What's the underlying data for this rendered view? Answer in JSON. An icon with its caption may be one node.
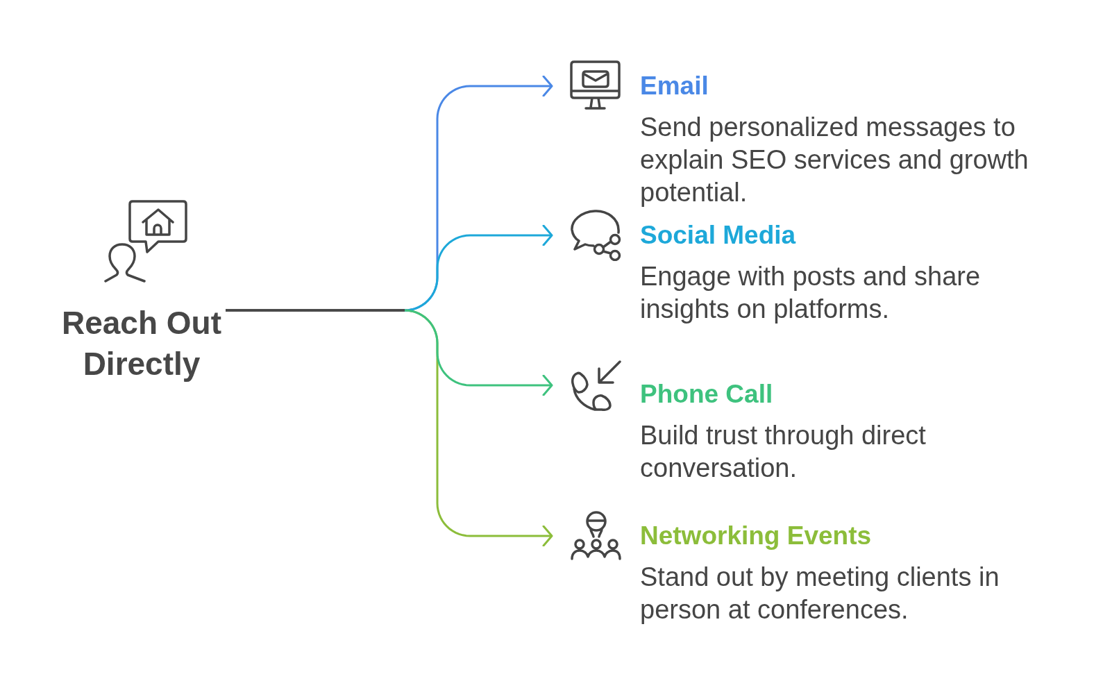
{
  "diagram": {
    "nodes": [
      {
        "text": [
          "Reach Out Directly"
        ]
      },
      {
        "text": [
          "Email",
          "Send personalized messages to explain SEO services and growth potential."
        ]
      },
      {
        "text": [
          "Social Media",
          "Engage with posts and share insights on platforms."
        ]
      },
      {
        "text": [
          "Phone Call",
          "Build trust through direct conversation."
        ]
      },
      {
        "text": [
          "Networking Events",
          "Stand out by meeting clients in person at conferences."
        ]
      }
    ],
    "edges": [
      {
        "from": 0,
        "to": 1,
        "arrow": "to",
        "color": "#4a88e6"
      },
      {
        "from": 0,
        "to": 2,
        "arrow": "to",
        "color": "#1da8d9"
      },
      {
        "from": 0,
        "to": 3,
        "arrow": "to",
        "color": "#3ec27e"
      },
      {
        "from": 0,
        "to": 4,
        "arrow": "to",
        "color": "#8cbd3a"
      }
    ]
  }
}
